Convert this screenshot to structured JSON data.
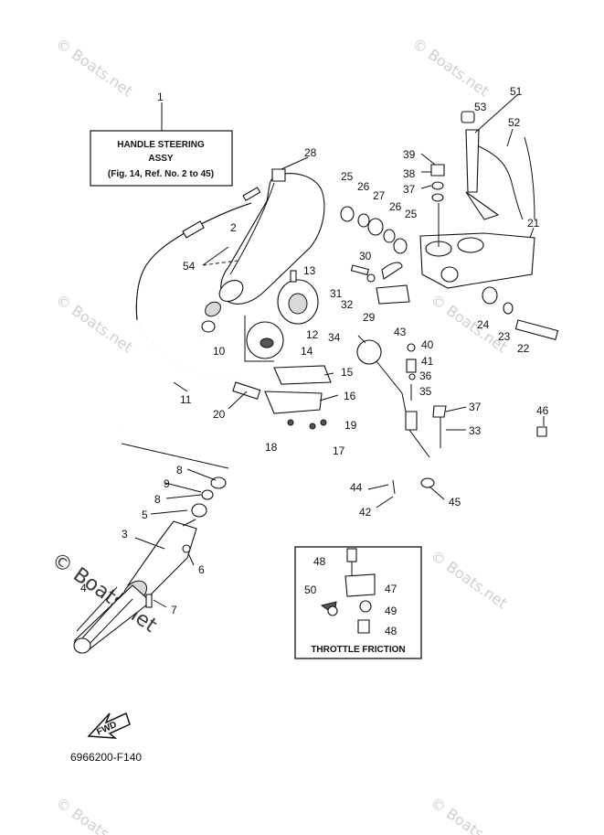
{
  "watermark": "© Boats.net",
  "assembly_box": {
    "line1": "HANDLE STEERING",
    "line2": "ASSY",
    "line3": "(Fig. 14, Ref. No. 2 to 45)",
    "callout": "1"
  },
  "inset": {
    "title": "THROTTLE FRICTION"
  },
  "fwd_label": "FWD",
  "diagram_code": "6966200-F140",
  "callouts": [
    "2",
    "3",
    "4",
    "5",
    "6",
    "7",
    "8",
    "8",
    "9",
    "10",
    "11",
    "12",
    "13",
    "14",
    "15",
    "16",
    "17",
    "18",
    "19",
    "20",
    "21",
    "22",
    "23",
    "24",
    "25",
    "25",
    "26",
    "26",
    "27",
    "28",
    "29",
    "30",
    "31",
    "32",
    "33",
    "34",
    "35",
    "36",
    "37",
    "37",
    "38",
    "39",
    "40",
    "41",
    "42",
    "43",
    "44",
    "45",
    "46",
    "47",
    "48",
    "48",
    "49",
    "50",
    "51",
    "52",
    "53",
    "54"
  ]
}
